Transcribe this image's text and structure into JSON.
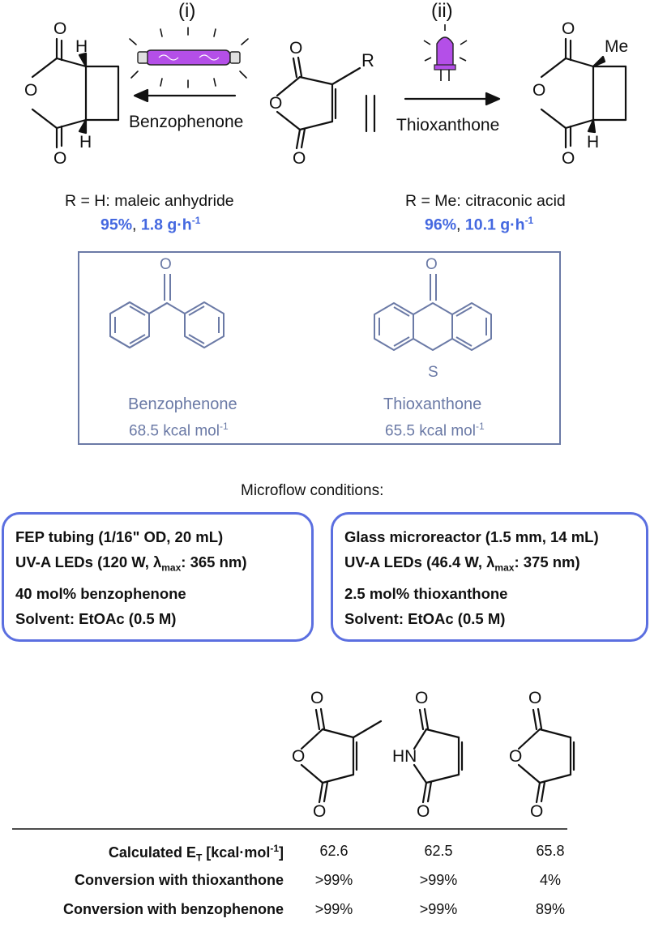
{
  "top": {
    "step_i": "(i)",
    "step_ii": "(ii)",
    "reagent_left": "Benzophenone",
    "reagent_right": "Thioxanthone",
    "center_substituent": "R",
    "label_H": "H",
    "label_Me": "Me",
    "label_O": "O"
  },
  "yields": {
    "left_line": "R = H: maleic anhydride",
    "left_yield": "95%",
    "left_sep": ", ",
    "left_rate": "1.8 g·h",
    "left_rate_exp": "-1",
    "right_line": "R = Me: citraconic acid",
    "right_yield": "96%",
    "right_sep": ", ",
    "right_rate": "10.1 g·h",
    "right_rate_exp": "-1"
  },
  "sensitizers": [
    {
      "name": "Benzophenone",
      "energy": "68.5 kcal mol",
      "exp": "-1"
    },
    {
      "name": "Thioxanthone",
      "energy": "65.5 kcal mol",
      "exp": "-1",
      "hetero": "S"
    }
  ],
  "microflow_title": "Microflow conditions:",
  "conditions_left": {
    "line1": "FEP tubing (1/16\" OD, 20 mL)",
    "line2_a": "UV-A LEDs (120 W, λ",
    "line2_sub": "max",
    "line2_b": ": 365 nm)",
    "line3": "40 mol% benzophenone",
    "line4": "Solvent: EtOAc (0.5 M)"
  },
  "conditions_right": {
    "line1": "Glass microreactor (1.5 mm, 14 mL)",
    "line2_a": "UV-A LEDs (46.4 W, λ",
    "line2_sub": "max",
    "line2_b": ": 375 nm)",
    "line3": "2.5 mol% thioxanthone",
    "line4": "Solvent: EtOAc (0.5 M)"
  },
  "table": {
    "hetero_NH": "HN",
    "row1_label_a": "Calculated E",
    "row1_label_sub": "T",
    "row1_label_b": " [kcal·mol",
    "row1_label_exp": "-1",
    "row1_label_c": "]",
    "row1_values": [
      "62.6",
      "62.5",
      "65.8"
    ],
    "row2_label": "Conversion with thioxanthone",
    "row2_values": [
      ">99%",
      ">99%",
      "4%"
    ],
    "row3_label": "Conversion with benzophenone",
    "row3_values": [
      ">99%",
      ">99%",
      "89%"
    ]
  },
  "colors": {
    "accent_blue": "#4468e0",
    "box_border": "#5b6fe0",
    "sensitizer_gray": "#6b7aa6",
    "lamp_purple": "#b44fe8"
  }
}
